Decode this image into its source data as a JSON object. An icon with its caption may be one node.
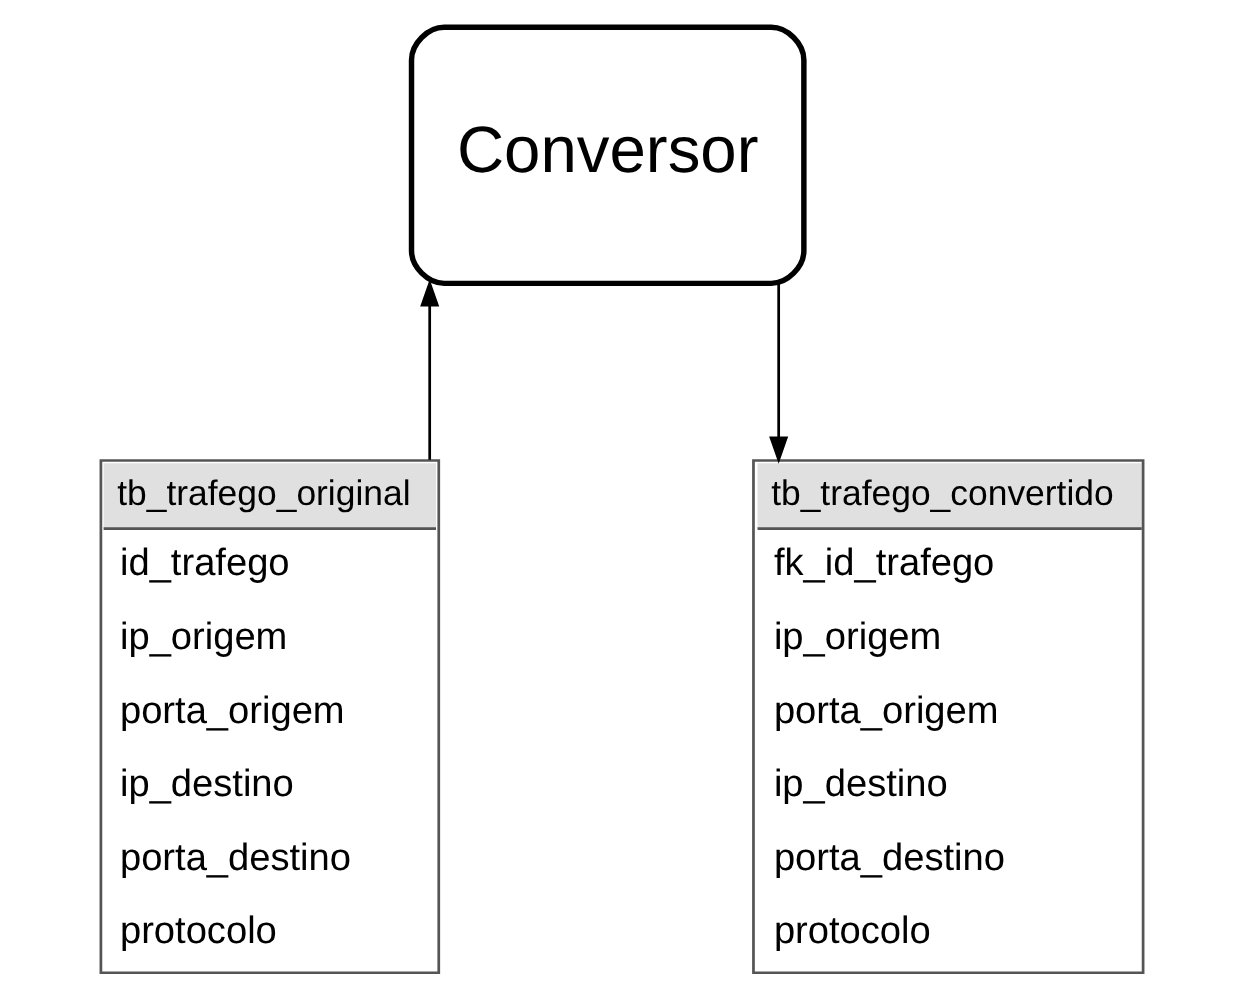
{
  "diagram": {
    "nodes": [
      {
        "text": [
          "Conversor"
        ]
      },
      {
        "text": [
          "tb_trafego_original",
          "id_trafego",
          "ip_origem",
          "porta_origem",
          "ip_destino",
          "porta_destino",
          "protocolo"
        ]
      },
      {
        "text": [
          "tb_trafego_convertido",
          "fk_id_trafego",
          "ip_origem",
          "porta_origem",
          "ip_destino",
          "porta_destino",
          "protocolo"
        ]
      }
    ],
    "edges": [
      {
        "from": 1,
        "to": 0,
        "arrow": "to"
      },
      {
        "from": 0,
        "to": 2,
        "arrow": "to"
      }
    ]
  }
}
